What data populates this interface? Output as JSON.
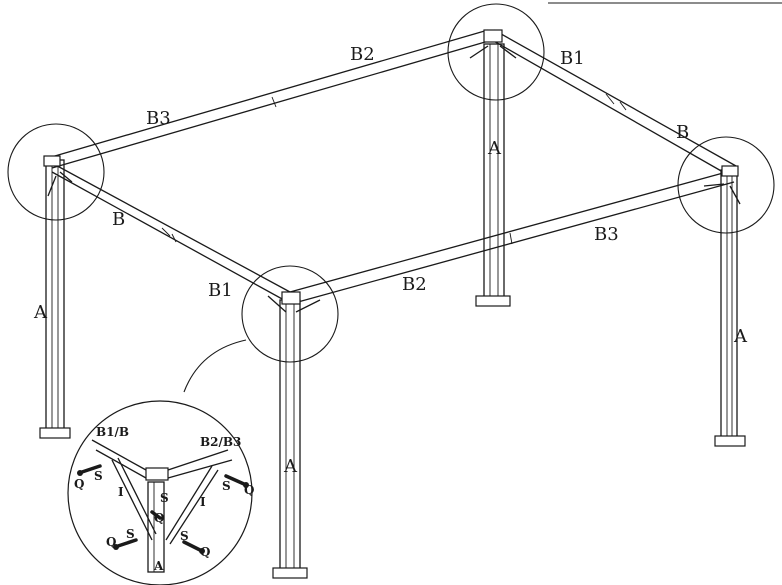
{
  "labels": {
    "post": "A",
    "beam_b": "B",
    "beam_b1": "B1",
    "beam_b2": "B2",
    "beam_b3": "B3",
    "detail_left_beam": "B1/B",
    "detail_right_beam": "B2/B3",
    "brace": "I",
    "screw": "S",
    "bolt": "Q"
  }
}
